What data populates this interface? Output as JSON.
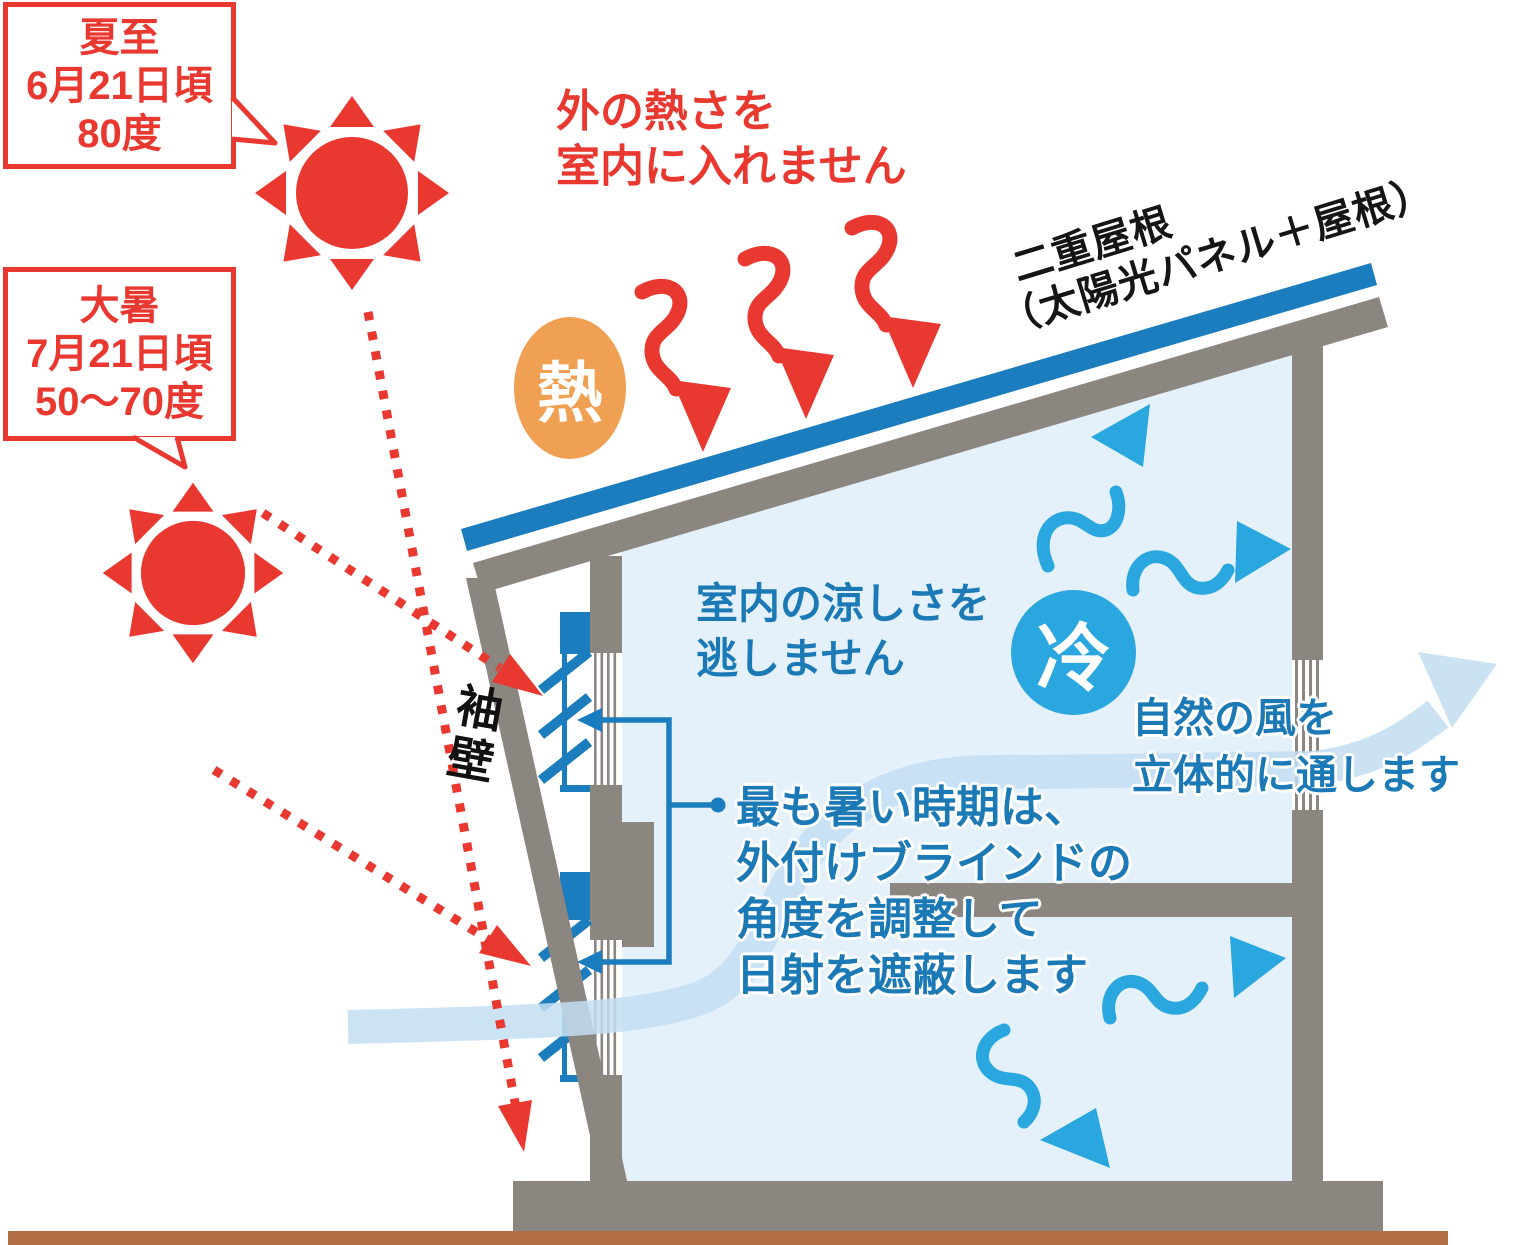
{
  "colors": {
    "red": "#e8382f",
    "orange": "#f0a052",
    "structure_blue": "#1b7dbd",
    "cyan_arrow": "#2aa7de",
    "interior_fill": "#e4f1fb",
    "wind_band": "#c3def2",
    "wall_gray": "#8c8680",
    "ground_brown": "#b26f45",
    "text_blue": "#1b79b5"
  },
  "callouts": {
    "summer_solstice": {
      "lines": [
        "夏至",
        "6月21日頃",
        "80度"
      ]
    },
    "major_heat": {
      "lines": [
        "大暑",
        "7月21日頃",
        "50〜70度"
      ]
    }
  },
  "badges": {
    "heat": "熱",
    "cool": "冷"
  },
  "labels": {
    "heat_warning": {
      "lines": [
        "外の熱さを",
        "室内に入れません"
      ]
    },
    "double_roof": {
      "lines": [
        "二重屋根",
        "（太陽光パネル＋屋根）"
      ]
    },
    "indoor_cool": {
      "lines": [
        "室内の涼しさを",
        "逃しません"
      ]
    },
    "natural_wind": {
      "lines": [
        "自然の風を",
        "立体的に通します"
      ]
    },
    "blinds_note": {
      "lines": [
        "最も暑い時期は、",
        "外付けブラインドの",
        "角度を調整して",
        "日射を遮蔽します"
      ]
    },
    "wing_wall": "袖壁"
  }
}
